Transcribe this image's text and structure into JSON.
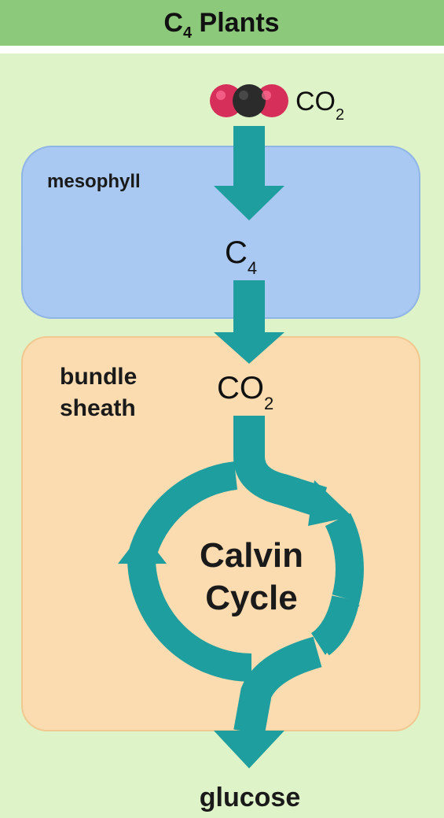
{
  "title": {
    "main": "C",
    "sub": "4",
    "rest": " Plants"
  },
  "regions": {
    "mesophyll": "mesophyll",
    "bundle_sheath_line1": "bundle",
    "bundle_sheath_line2": "sheath"
  },
  "molecules": {
    "co2_top_main": "CO",
    "co2_top_sub": "2",
    "c4_main": "C",
    "c4_sub": "4",
    "co2_sheath_main": "CO",
    "co2_sheath_sub": "2"
  },
  "cycle": {
    "line1": "Calvin",
    "line2": "Cycle"
  },
  "output": {
    "label": "glucose"
  },
  "colors": {
    "header": "#8cc97a",
    "background": "#dff3c8",
    "mesophyll": "#a9c9f2",
    "bundle_sheath": "#fbdcb0",
    "arrow": "#1e9e9e",
    "oxygen_atom": "#d6305a",
    "carbon_atom": "#2b2b2b"
  }
}
